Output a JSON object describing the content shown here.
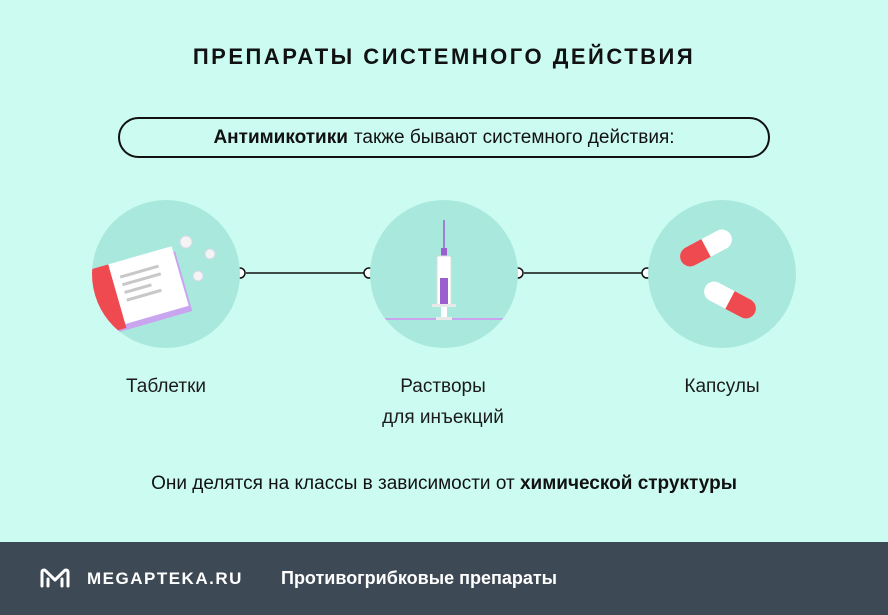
{
  "title": "ПРЕПАРАТЫ СИСТЕМНОГО ДЕЙСТВИЯ",
  "intro": {
    "bold": "Антимикотики",
    "rest": "также бывают системного действия:"
  },
  "forms": [
    {
      "label": "Таблетки",
      "icon": "pill-box-icon"
    },
    {
      "label_line1": "Растворы",
      "label_line2": "для инъекций",
      "icon": "syringe-icon"
    },
    {
      "label": "Капсулы",
      "icon": "capsules-icon"
    }
  ],
  "classification": {
    "text": "Они делятся на классы в зависимости от",
    "bold": "химической структуры"
  },
  "footer": {
    "brand": "MEGAPTEKA.RU",
    "section": "Противогрибковые препараты"
  },
  "colors": {
    "background": "#ccfcf1",
    "circle": "#a9e9dd",
    "accent_red": "#ee4a4f",
    "accent_purple": "#9b5fd0",
    "footer": "#3d4955"
  }
}
